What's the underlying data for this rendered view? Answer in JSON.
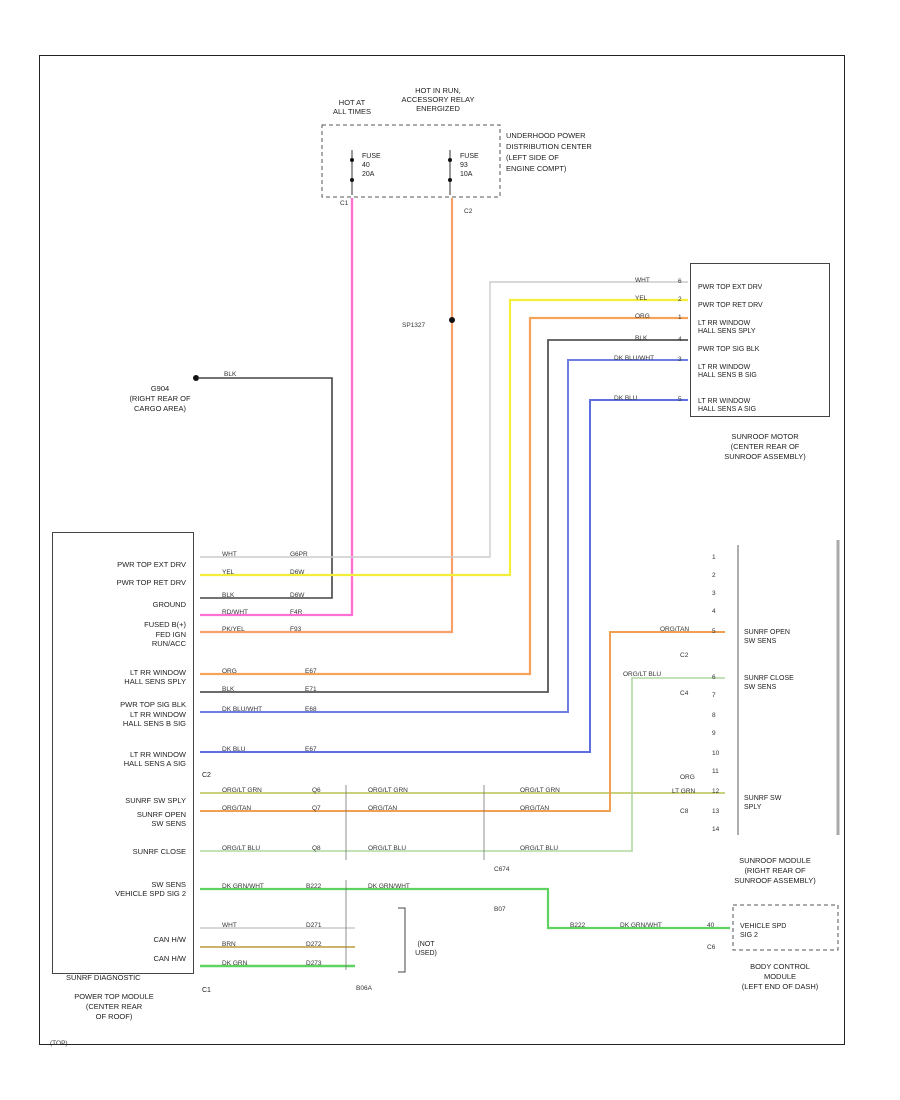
{
  "top": {
    "hot_at_all_times": "HOT AT\nALL TIMES",
    "hot_in_run": "HOT IN RUN,\nACCESSORY RELAY\nENERGIZED",
    "fuse_left": "FUSE\n40\n20A",
    "fuse_right": "FUSE\n93\n10A",
    "updc": "UNDERHOOD POWER\nDISTRIBUTION CENTER\n(LEFT SIDE OF\nENGINE COMPT)",
    "c1": "C1",
    "c2": "C2",
    "sp": "SP1327"
  },
  "ground": {
    "name": "G904",
    "location": "(RIGHT REAR OF\nCARGO AREA)",
    "wire": "BLK"
  },
  "sunroof_motor": {
    "pins": [
      {
        "label": "PWR TOP EXT DRV",
        "num": "6",
        "wire": "WHT"
      },
      {
        "label": "PWR TOP RET DRV",
        "num": "2",
        "wire": "YEL"
      },
      {
        "label": "LT RR WINDOW\nHALL SENS SPLY",
        "num": "1",
        "wire": "ORG"
      },
      {
        "label": "PWR TOP SIG BLK",
        "num": "4",
        "wire": "BLK"
      },
      {
        "label": "LT RR WINDOW\nHALL SENS B SIG",
        "num": "3",
        "wire": "DK BLU/WHT"
      },
      {
        "label": "LT RR WINDOW\nHALL SENS A SIG",
        "num": "5",
        "wire": "DK BLU"
      }
    ],
    "title": "SUNROOF MOTOR\n(CENTER REAR OF\nSUNROOF ASSEMBLY)"
  },
  "ptm": {
    "labels": [
      "PWR TOP EXT DRV",
      "PWR TOP RET DRV",
      "GROUND",
      "FUSED B(+)",
      "FED IGN\nRUN/ACC",
      "LT RR WINDOW\nHALL SENS SPLY",
      "PWR TOP SIG BLK",
      "LT RR WINDOW\nHALL SENS B SIG",
      "LT RR WINDOW\nHALL SENS A SIG",
      "C2",
      "SUNRF SW SPLY",
      "SUNRF OPEN\nSW SENS",
      "SUNRF CLOSE",
      "SW SENS\nVEHICLE SPD SIG 2",
      "CAN H/W",
      "CAN H/W",
      "SUNRF DIAGNOSTIC"
    ],
    "title": "POWER TOP MODULE\n(CENTER REAR\nOF ROOF)",
    "extra": "C1",
    "small": "(TOP)"
  },
  "wires": {
    "w_wht": "WHT",
    "w_yel": "YEL",
    "w_blk": "BLK",
    "w_rdwht": "RD/WHT",
    "w_pkyel": "PK/YEL",
    "w_org": "ORG",
    "w_blk2": "BLK",
    "w_dkbluwht": "DK BLU/WHT",
    "w_dkblu": "DK BLU",
    "c_gry": "G6PR",
    "c_d66": "D6W",
    "c_d68": "D6W",
    "c_f4r": "F4R",
    "c_f93": "F93",
    "c_e67": "E67",
    "c_e71": "E71",
    "c_e68": "E68",
    "c_e67b": "E67",
    "sw_sply": "ORG/LT GRN",
    "sw_open": "ORG/TAN",
    "sw_close": "ORG/LT BLU",
    "veh_spd": "DK GRN/WHT",
    "can_wht": "WHT",
    "can_brn": "BRN",
    "can_dkgrn": "DK GRN",
    "q6": "Q6",
    "q7": "Q7",
    "q8": "Q8",
    "b222": "B222",
    "d271": "D271",
    "d272": "D272",
    "d273": "D273",
    "x1": "C674",
    "x2": "B07",
    "x3": "B06A"
  },
  "sunroof_sw": {
    "pins": [
      "1",
      "2",
      "3",
      "4",
      "5",
      "6",
      "7",
      "8",
      "9",
      "10",
      "11",
      "12",
      "13",
      "14"
    ],
    "open": "SUNRF OPEN\nSW SENS",
    "close": "SUNRF CLOSE\nSW SENS",
    "sply": "SUNRF SW\nSPLY",
    "c2": "C2",
    "c4": "C4",
    "c8": "C8",
    "org": "ORG",
    "ltgrn": "LT GRN",
    "title": "SUNROOF MODULE\n(RIGHT REAR OF\nSUNROOF ASSEMBLY)"
  },
  "bcm": {
    "pin": "VEHICLE SPD\nSIG 2",
    "c": "C6",
    "title": "BODY CONTROL\nMODULE\n(LEFT END OF DASH)",
    "num": "40"
  },
  "not_used": "(NOT\nUSED)",
  "colors": {
    "wht": "#d6d6d6",
    "yel": "#f2ee3a",
    "blk": "#555555",
    "rdwht": "#ff6fd6",
    "pkyel": "#f7a06a",
    "org": "#f5a35a",
    "dkbluwht": "#6d7ee0",
    "dkblu": "#5d6fe0",
    "orgltgrn": "#c9d27a",
    "orgtan": "#f0a050",
    "orgltblu": "#b0d8a0",
    "dkgrnwht": "#5fd35f",
    "brn": "#cbb46a"
  }
}
